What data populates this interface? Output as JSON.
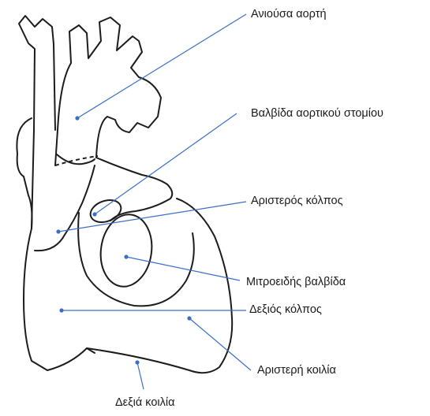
{
  "colors": {
    "outline": "#1c1c1c",
    "leader": "#3b6fc4",
    "text": "#1a1a1a",
    "background": "#ffffff"
  },
  "labels": {
    "ascending_aorta": "Ανιούσα αορτή",
    "aortic_valve": "Βαλβίδα αορτικού στομίου",
    "left_atrium": "Αριστερός κόλπος",
    "mitral_valve": "Μιτροειδής βαλβίδα",
    "right_atrium": "Δεξιός κόλπος",
    "left_ventricle": "Αριστερή κοιλία",
    "right_ventricle": "Δεξιά κοιλία"
  }
}
